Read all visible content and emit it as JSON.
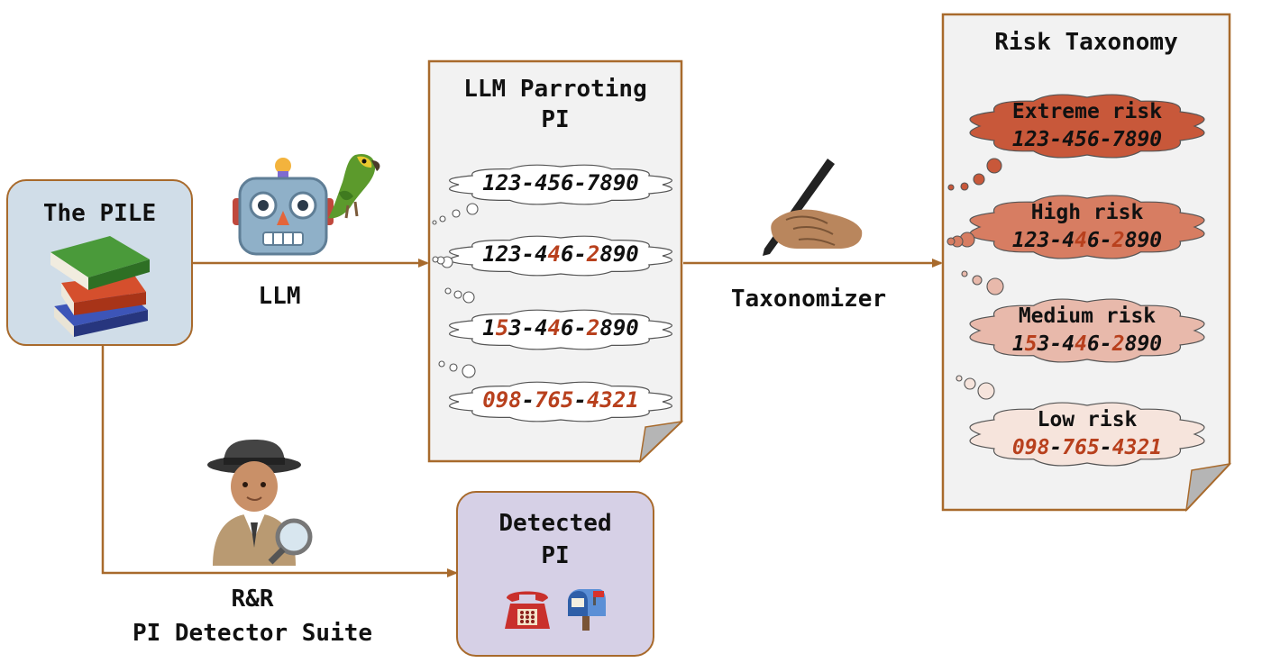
{
  "pile": {
    "title": "The PILE",
    "icon": "books-icon"
  },
  "llm": {
    "label": "LLM",
    "icons": [
      "robot-icon",
      "parrot-icon"
    ]
  },
  "parroting_doc": {
    "title_line1": "LLM Parroting",
    "title_line2": "PI",
    "numbers": [
      {
        "text": "123-456-7890",
        "red_positions": []
      },
      {
        "text": "123-446-2890",
        "red_positions": [
          5,
          8
        ]
      },
      {
        "text": "153-446-2890",
        "red_positions": [
          1,
          5,
          8
        ]
      },
      {
        "text": "098-765-4321",
        "red_positions": [
          0,
          1,
          2,
          4,
          5,
          6,
          8,
          9,
          10,
          11
        ]
      }
    ]
  },
  "taxonomizer": {
    "label": "Taxonomizer",
    "icon": "writing-hand-icon"
  },
  "risk_doc": {
    "title": "Risk Taxonomy",
    "levels": [
      {
        "label": "Extreme risk",
        "number": "123-456-7890",
        "red_positions": [],
        "color": "#c8583a"
      },
      {
        "label": "High risk",
        "number": "123-446-2890",
        "red_positions": [
          5,
          8
        ],
        "color": "#d77d62"
      },
      {
        "label": "Medium risk",
        "number": "153-446-2890",
        "red_positions": [
          1,
          5,
          8
        ],
        "color": "#e8b9ab"
      },
      {
        "label": "Low risk",
        "number": "098-765-4321",
        "red_positions": [
          0,
          1,
          2,
          4,
          5,
          6,
          8,
          9,
          10,
          11
        ],
        "color": "#f6e4dc"
      }
    ]
  },
  "detector": {
    "label_line1": "R&R",
    "label_line2": "PI Detector Suite",
    "icon": "detective-icon"
  },
  "detected": {
    "title_line1": "Detected",
    "title_line2": "PI",
    "icons": [
      "telephone-icon",
      "mailbox-icon"
    ]
  },
  "colors": {
    "arrow": "#a86a2c",
    "pile_bg": "#d0dde8",
    "detected_bg": "#d6d0e6",
    "doc_bg": "#f2f2f2",
    "red_digit": "#b8401d"
  }
}
